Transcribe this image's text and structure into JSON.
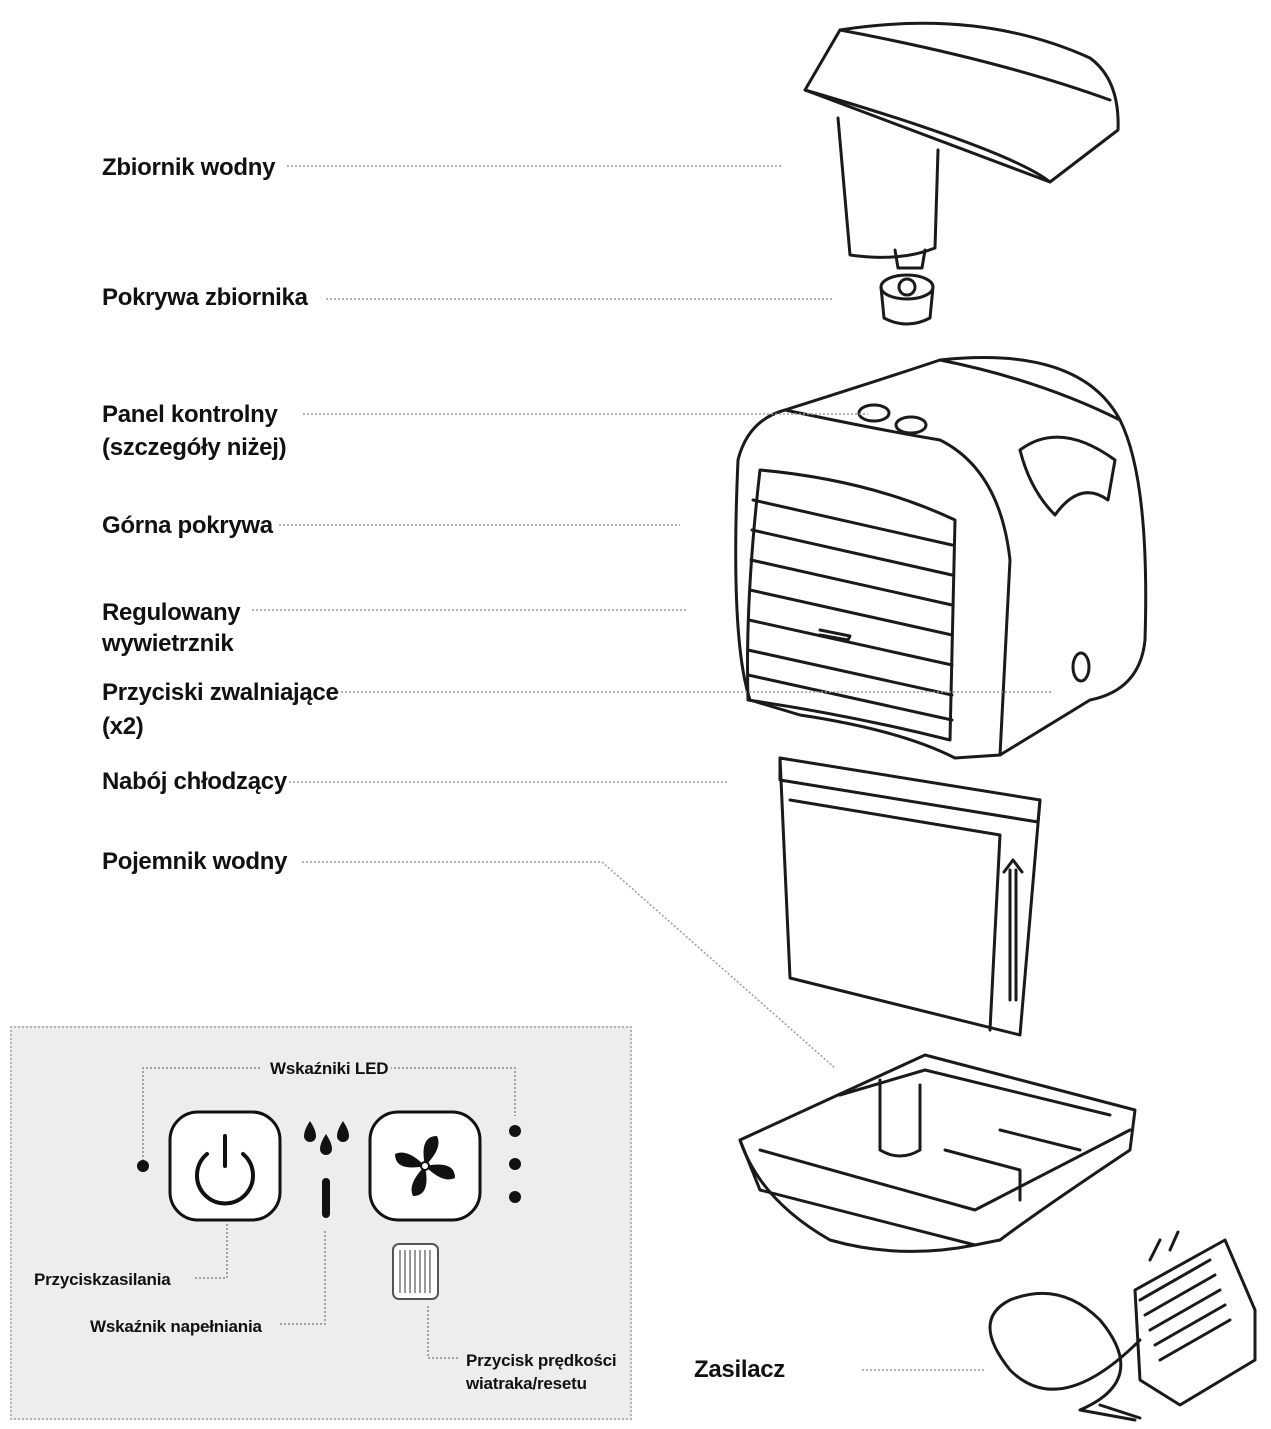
{
  "labels": {
    "water_tank": "Zbiornik wodny",
    "tank_cap": "Pokrywa zbiornika",
    "control_panel_line1": "Panel kontrolny",
    "control_panel_line2": "(szczegóły niżej)",
    "top_cover": "Górna pokrywa",
    "vent_line1": "Regulowany",
    "vent_line2": "wywietrznik",
    "release_line1": "Przyciski zwalniające",
    "release_line2": "(x2)",
    "cartridge": "Nabój chłodzący",
    "water_container": "Pojemnik wodny",
    "power_supply": "Zasilacz"
  },
  "panel": {
    "led_indicators": "Wskaźniki LED",
    "power_button": "Przyciskzasilania",
    "fill_indicator": "Wskaźnik napełniania",
    "fan_button_line1": "Przycisk prędkości",
    "fan_button_line2": "wiatraka/resetu"
  },
  "colors": {
    "panel_background": "#ededed",
    "line_art": "#1a1a1a"
  },
  "icons": [
    "power-icon",
    "water-drops-icon",
    "fan-icon",
    "filter-icon"
  ]
}
